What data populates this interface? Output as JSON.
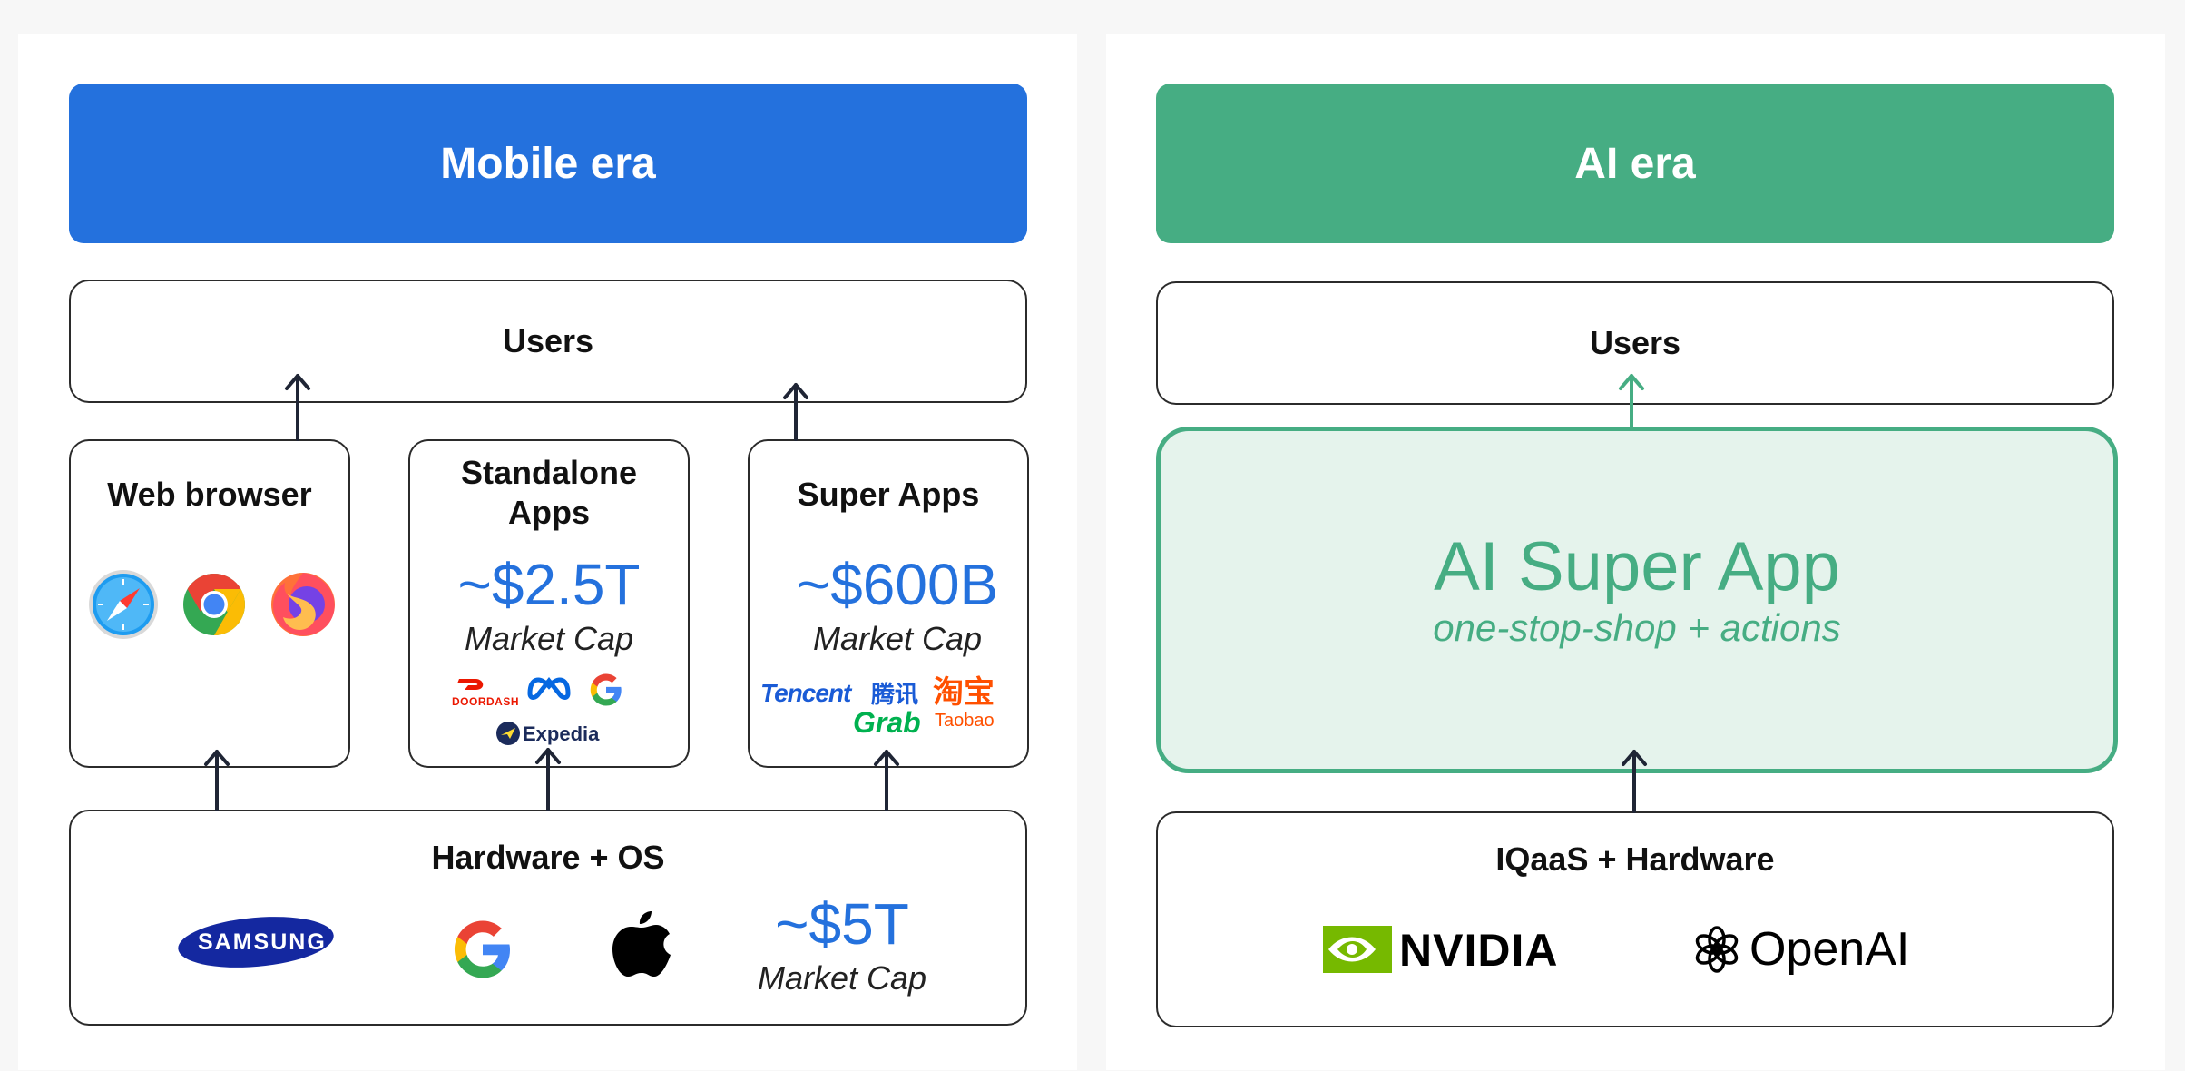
{
  "mobile": {
    "header": "Mobile era",
    "users": "Users",
    "web_browser": {
      "title": "Web browser"
    },
    "standalone": {
      "title_line1": "Standalone",
      "title_line2": "Apps",
      "value": "~$2.5T",
      "sub": "Market Cap",
      "logo_doordash": "DOORDASH",
      "logo_expedia": "Expedia"
    },
    "super_apps": {
      "title": "Super Apps",
      "value": "~$600B",
      "sub": "Market Cap",
      "logo_tencent": "Tencent",
      "logo_tencent_cn": "腾讯",
      "logo_taobao_cn": "淘宝",
      "logo_taobao": "Taobao",
      "logo_grab": "Grab"
    },
    "hardware": {
      "title": "Hardware + OS",
      "logo_samsung": "SAMSUNG",
      "value": "~$5T",
      "sub": "Market Cap"
    }
  },
  "ai": {
    "header": "AI era",
    "users": "Users",
    "super_app": {
      "title": "AI Super App",
      "sub": "one-stop-shop + actions"
    },
    "hardware": {
      "title": "IQaaS + Hardware",
      "logo_nvidia": "NVIDIA",
      "logo_openai": "OpenAI"
    }
  },
  "colors": {
    "mobile_blue": "#2471dd",
    "ai_green": "#46ad83",
    "ai_fill": "#e5f3ec",
    "arrow_dark": "#1f2535"
  },
  "icons": [
    "safari-icon",
    "chrome-icon",
    "firefox-icon",
    "meta-icon",
    "google-icon",
    "apple-icon",
    "nvidia-icon",
    "openai-icon"
  ]
}
